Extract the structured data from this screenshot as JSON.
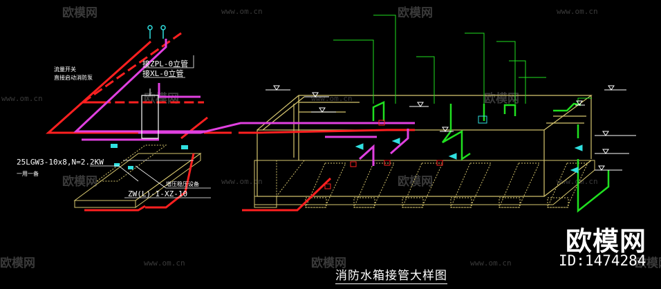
{
  "watermark": {
    "brand": "欧模网",
    "url": "www.om.cn"
  },
  "brand": {
    "logo": "欧模网",
    "id": "ID:1474284"
  },
  "title": "消防水箱接管大样图",
  "labels": {
    "flow_switch": "流量开关",
    "pump_start": "直接启动消防泵",
    "zpl": "接ZPL-0立管",
    "xl": "接XL-0立管",
    "pump_model": "25LGW3-10x8,N=2.2KW",
    "one_use_one_standby": "一用一备",
    "stabilizer": "增压稳压设备",
    "zw_model": "ZW(L)-I-XZ-10"
  },
  "colors": {
    "red": "#ff2020",
    "magenta": "#e040e0",
    "green": "#20e020",
    "yellow": "#d8c870",
    "cyan": "#30e0e0",
    "white": "#ffffff"
  }
}
